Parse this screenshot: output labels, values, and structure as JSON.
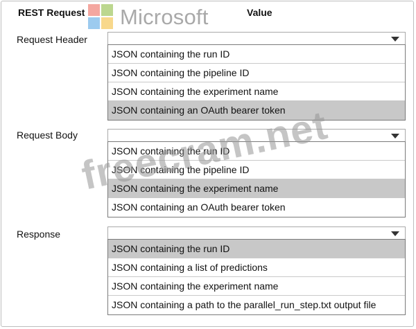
{
  "headers": {
    "left": "REST Request",
    "right": "Value"
  },
  "logo": {
    "text": "Microsoft"
  },
  "watermark": "freecram.net",
  "groups": [
    {
      "label": "Request Header",
      "options": [
        "JSON containing the run ID",
        "JSON containing the pipeline ID",
        "JSON containing the experiment name",
        "JSON containing an OAuth bearer token"
      ],
      "selected_index": 3
    },
    {
      "label": "Request Body",
      "options": [
        "JSON containing the run ID",
        "JSON containing the pipeline ID",
        "JSON containing the experiment name",
        "JSON containing an OAuth bearer token"
      ],
      "selected_index": 2
    },
    {
      "label": "Response",
      "options": [
        "JSON containing the run ID",
        "JSON containing a list of predictions",
        "JSON containing the experiment name",
        "JSON containing a path to the parallel_run_step.txt output file"
      ],
      "selected_index": 0
    }
  ],
  "colors": {
    "selected_bg": "#c8c8c8",
    "border": "#a9a9a9"
  },
  "icons": {
    "dropdown": "chevron-down-icon"
  }
}
